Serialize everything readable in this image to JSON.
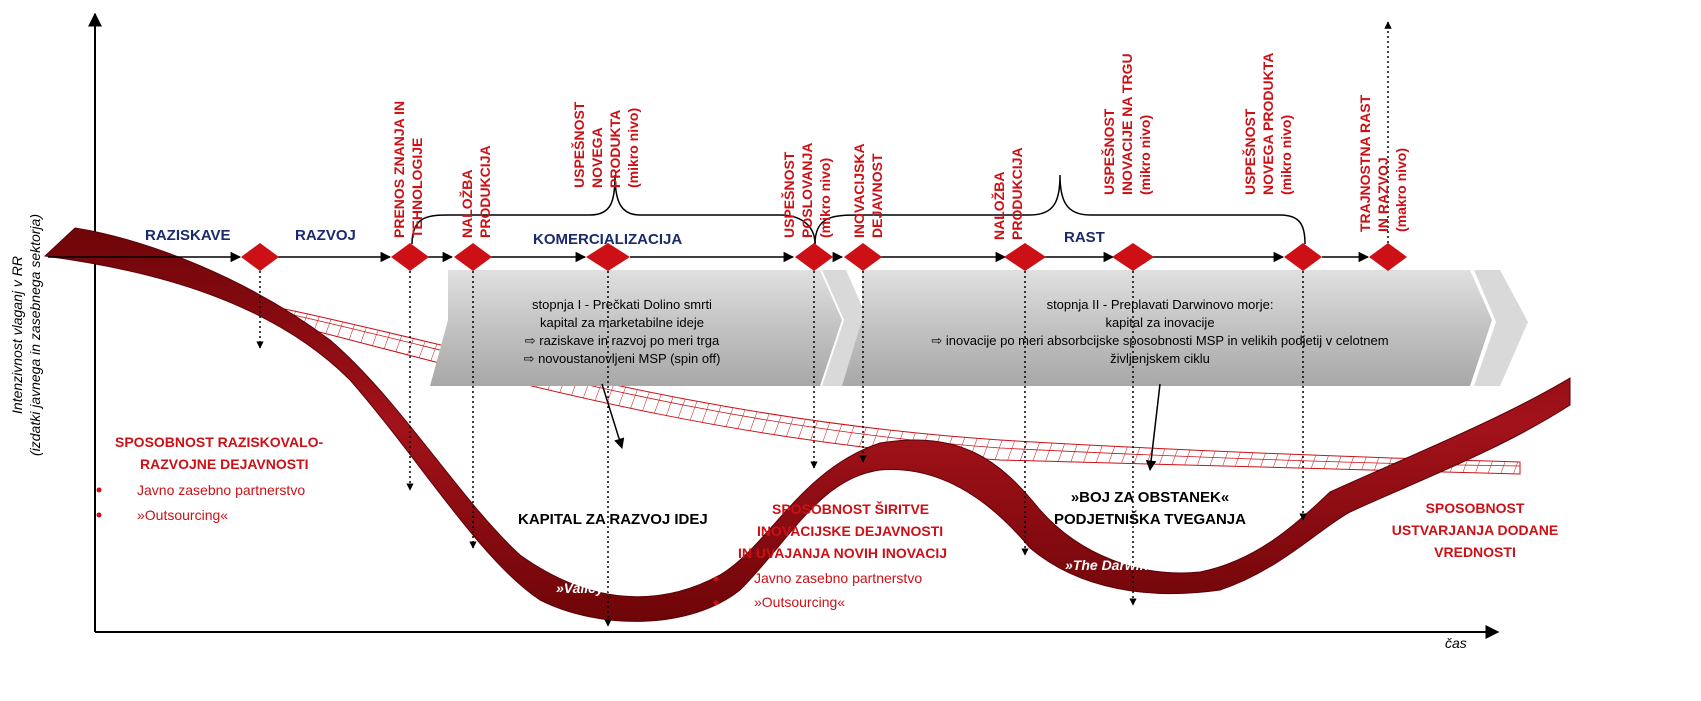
{
  "axes": {
    "y_label": "Intenzivnost vlaganj v RR",
    "y_sublabel": "(izdatki javnega in zasebnega sektorja)",
    "x_label": "čas"
  },
  "phases": {
    "raziskave": "RAZISKAVE",
    "razvoj": "RAZVOJ",
    "komercializacija": "KOMERCIALIZACIJA",
    "rast": "RAST"
  },
  "milestones": {
    "prenos": [
      "PRENOS ZNANJA IN",
      "TEHNOLOGIJE"
    ],
    "nalozba1": [
      "NALOŽBA",
      "PRODUKCIJA"
    ],
    "uspesnost_produkta1": [
      "USPEŠNOST",
      "NOVEGA",
      "PRODUKTA",
      "(mikro nivo)"
    ],
    "uspesnost_poslovanja": [
      "USPEŠNOST",
      "POSLOVANJA",
      "(mikro nivo)"
    ],
    "inovacijska": [
      "INOVACIJSKA",
      "DEJAVNOST"
    ],
    "nalozba2": [
      "NALOŽBA",
      "PRODUKCIJA"
    ],
    "uspesnost_inovacije": [
      "USPEŠNOST",
      "INOVACIJE NA TRGU",
      "(mikro nivo)"
    ],
    "uspesnost_produkta2": [
      "USPEŠNOST",
      "NOVEGA PRODUKTA",
      "(mikro nivo)"
    ],
    "trajnostna": [
      "TRAJNOSTNA RAST",
      "IN RAZVOJ",
      "(makro nivo)"
    ]
  },
  "stage1": {
    "lines": [
      "stopnja I - Prečkati Dolino smrti",
      "kapital za marketabilne ideje",
      "⇨ raziskave in razvoj po meri trga",
      "⇨ novoustanovljeni MSP (spin off)"
    ]
  },
  "stage2": {
    "lines": [
      "stopnja II - Preplavati Darwinovo morje:",
      "kapital za inovacije",
      "⇨ inovacije po meri absorbcijske sposobnosti MSP in velikih podjetij v celotnem",
      "življenjskem ciklu"
    ]
  },
  "capability1": {
    "title": [
      "SPOSOBNOST RAZISKOVALO-",
      "RAZVOJNE DEJAVNOSTI"
    ],
    "bullets": [
      "Javno zasebno partnerstvo",
      "»Outsourcing«"
    ]
  },
  "capital": "KAPITAL ZA RAZVOJ IDEJ",
  "valley": "»Valley of Death«",
  "capability2": {
    "title": [
      "SPOSOBNOST ŠIRITVE",
      "INOVACIJSKE DEJAVNOSTI",
      "IN UVAJANJA NOVIH INOVACIJ"
    ],
    "bullets": [
      "Javno zasebno partnerstvo",
      "»Outsourcing«"
    ]
  },
  "struggle": [
    "»BOJ ZA OBSTANEK«",
    "PODJETNIŠKA TVEGANJA"
  ],
  "darwinian": "»The Darwinian Sea«",
  "capability3": [
    "SPOSOBNOST",
    "USTVARJANJA DODANE",
    "VREDNOSTI"
  ],
  "colors": {
    "dark_red": "#8b0a10",
    "red": "#cc1016",
    "navy": "#1b2a6b",
    "gray": "#c8c8c8"
  }
}
